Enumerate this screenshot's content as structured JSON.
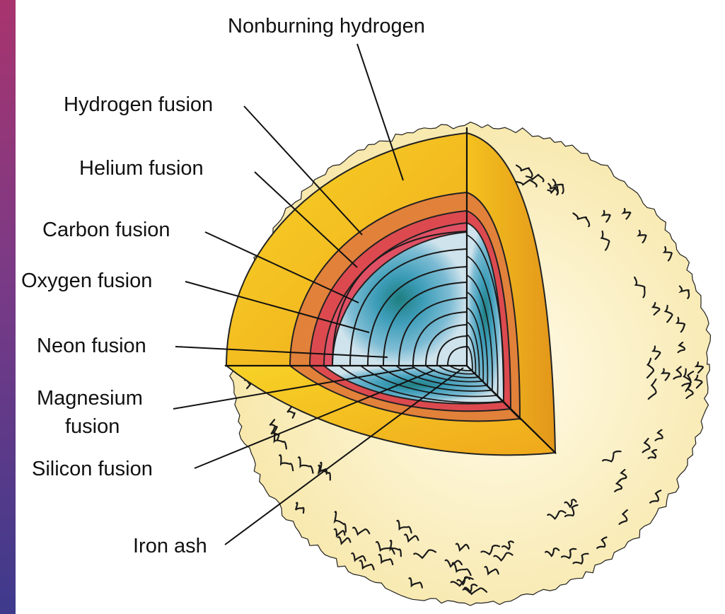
{
  "labels": {
    "nonburning_hydrogen": "Nonburning hydrogen",
    "hydrogen_fusion": "Hydrogen fusion",
    "helium_fusion": "Helium fusion",
    "carbon_fusion": "Carbon fusion",
    "oxygen_fusion": "Oxygen fusion",
    "neon_fusion": "Neon fusion",
    "magnesium_fusion_line1": "Magnesium",
    "magnesium_fusion_line2": "fusion",
    "silicon_fusion": "Silicon fusion",
    "iron_ash": "Iron ash"
  },
  "colors": {
    "background_top": "#a8346e",
    "background_bottom": "#3e3a8c",
    "panel": "#ffffff",
    "star_surface": "#f9ecb4",
    "nonburning_hydrogen": "#f5c518",
    "hydrogen_fusion": "#e07a30",
    "helium_fusion": "#d8374a",
    "inner_light": "#cfe3ec",
    "inner_mid": "#6fb3cf",
    "core": "#2b8a8a"
  }
}
